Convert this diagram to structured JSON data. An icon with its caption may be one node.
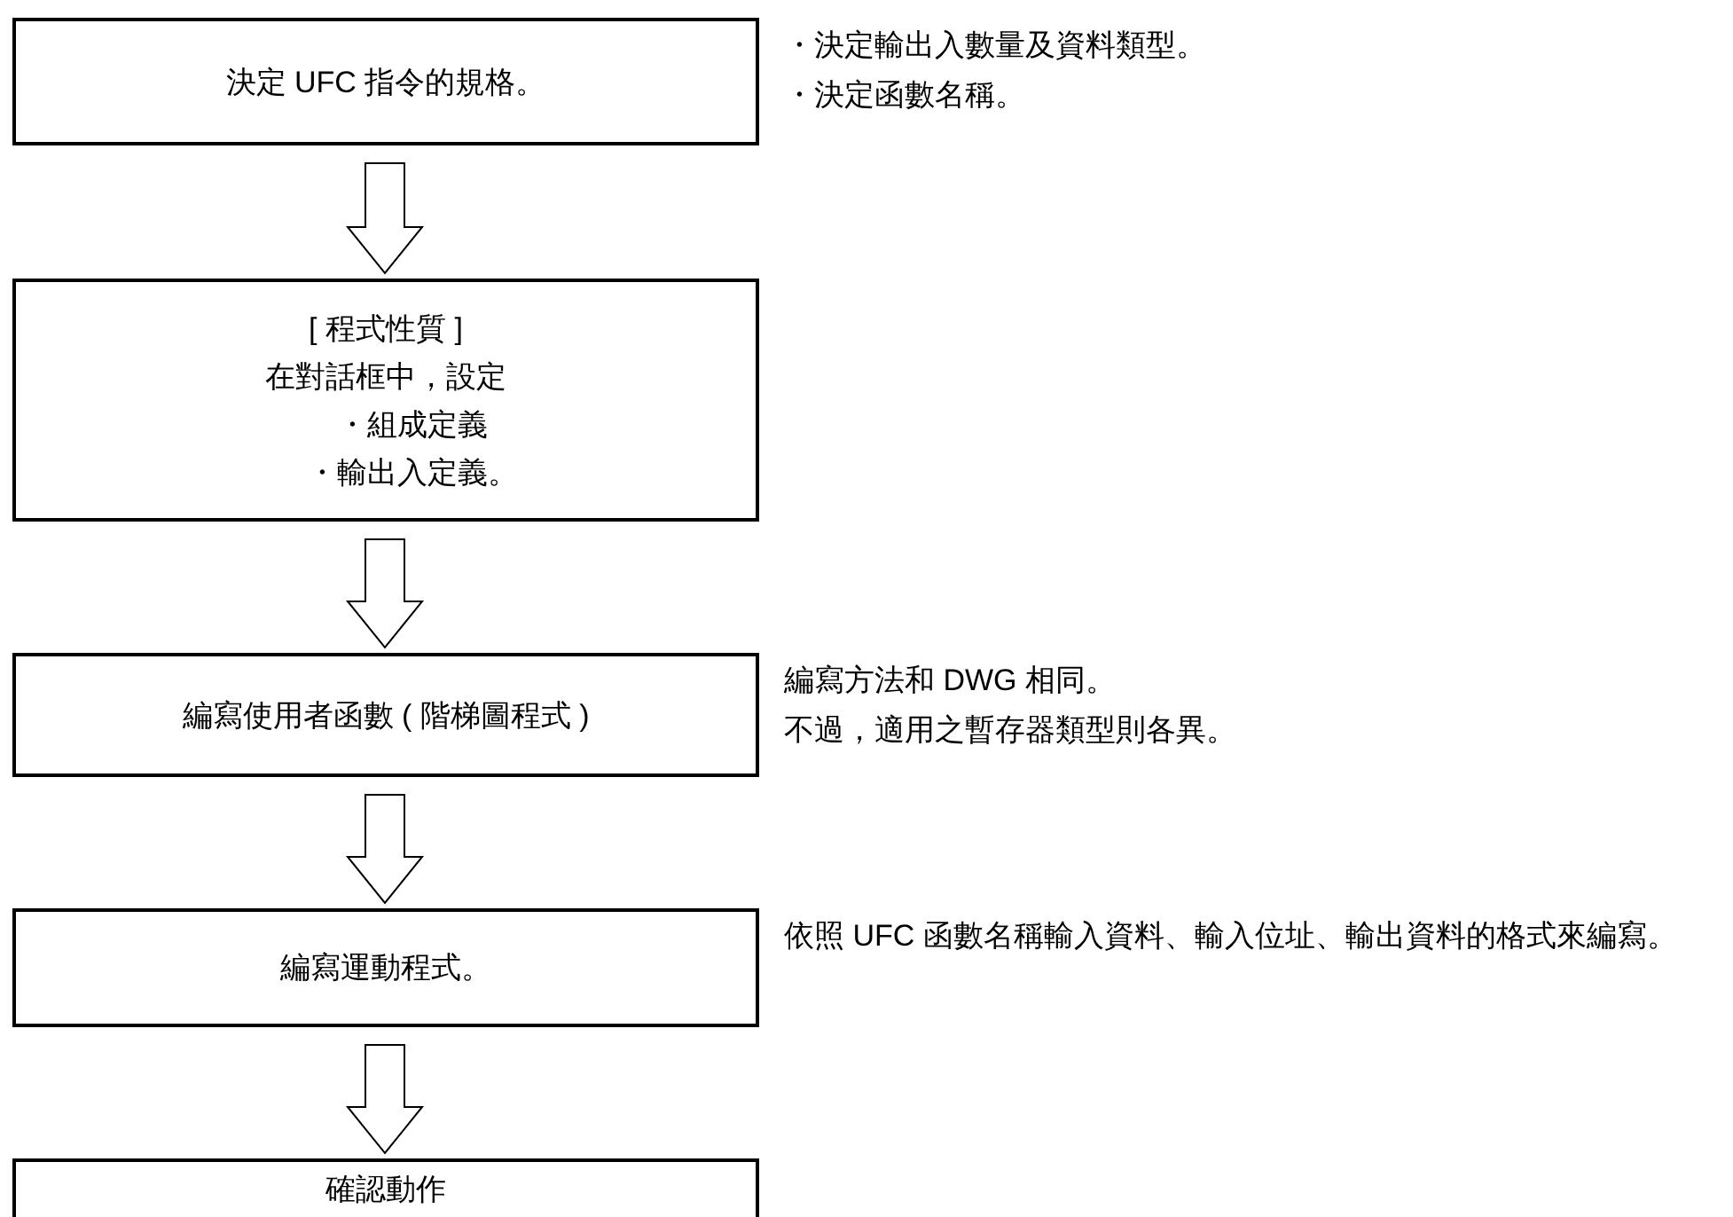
{
  "diagram": {
    "nodes": [
      {
        "text": [
          "決定 UFC 指令的規格。"
        ],
        "beside": [
          "・決定輸出入數量及資料類型。",
          "・決定函數名稱。"
        ]
      },
      {
        "text": [
          "[ 程式性質 ]",
          "在對話框中，設定",
          "・組成定義",
          "・輸出入定義。"
        ]
      },
      {
        "text": [
          "編寫使用者函數 ( 階梯圖程式 )"
        ],
        "beside": [
          "編寫方法和 DWG 相同。",
          "不過，適用之暫存器類型則各異。"
        ]
      },
      {
        "text": [
          "編寫運動程式。"
        ],
        "beside": [
          "依照 UFC 函數名稱輸入資料、輸入位址、輸出資料的格式來編寫。"
        ]
      },
      {
        "text": [
          "確認動作"
        ]
      }
    ],
    "edges": [
      {
        "from": 0,
        "to": 1,
        "arrow": "to"
      },
      {
        "from": 1,
        "to": 2,
        "arrow": "to"
      },
      {
        "from": 2,
        "to": 3,
        "arrow": "to"
      },
      {
        "from": 3,
        "to": 4,
        "arrow": "to"
      }
    ]
  }
}
